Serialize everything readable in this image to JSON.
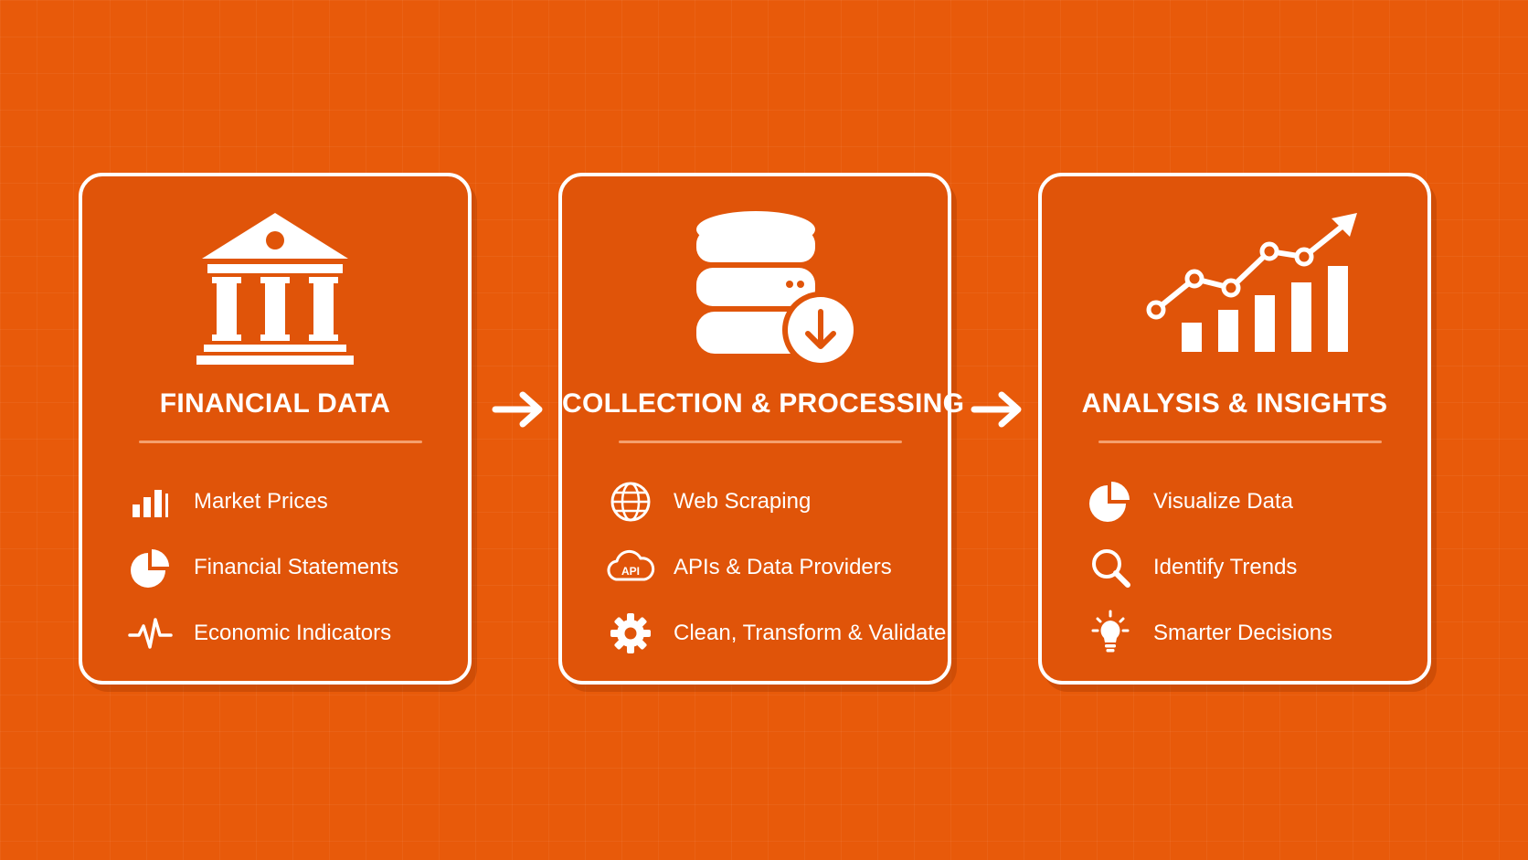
{
  "colors": {
    "background": "#e85a0a",
    "card_fill": "#e05409",
    "foreground": "#ffffff",
    "divider": "#f5a06e"
  },
  "stages": [
    {
      "title": "FINANCIAL DATA",
      "hero_icon": "bank-building-icon",
      "items": [
        {
          "label": "Market Prices",
          "icon": "bar-chart-icon"
        },
        {
          "label": "Financial Statements",
          "icon": "pie-chart-icon"
        },
        {
          "label": "Economic Indicators",
          "icon": "pulse-line-icon"
        }
      ]
    },
    {
      "title": "COLLECTION & PROCESSING",
      "hero_icon": "database-download-icon",
      "items": [
        {
          "label": "Web Scraping",
          "icon": "globe-icon"
        },
        {
          "label": "APIs & Data Providers",
          "icon": "api-cloud-icon",
          "icon_text": "API"
        },
        {
          "label": "Clean, Transform & Validate",
          "icon": "gear-icon"
        }
      ]
    },
    {
      "title": "ANALYSIS & INSIGHTS",
      "hero_icon": "growth-chart-icon",
      "items": [
        {
          "label": "Visualize Data",
          "icon": "pie-chart-icon"
        },
        {
          "label": "Identify Trends",
          "icon": "magnifier-icon"
        },
        {
          "label": "Smarter Decisions",
          "icon": "lightbulb-icon"
        }
      ]
    }
  ],
  "connectors": [
    {
      "from": "FINANCIAL DATA",
      "to": "COLLECTION & PROCESSING",
      "icon": "arrow-right-icon"
    },
    {
      "from": "COLLECTION & PROCESSING",
      "to": "ANALYSIS & INSIGHTS",
      "icon": "arrow-right-icon"
    }
  ]
}
